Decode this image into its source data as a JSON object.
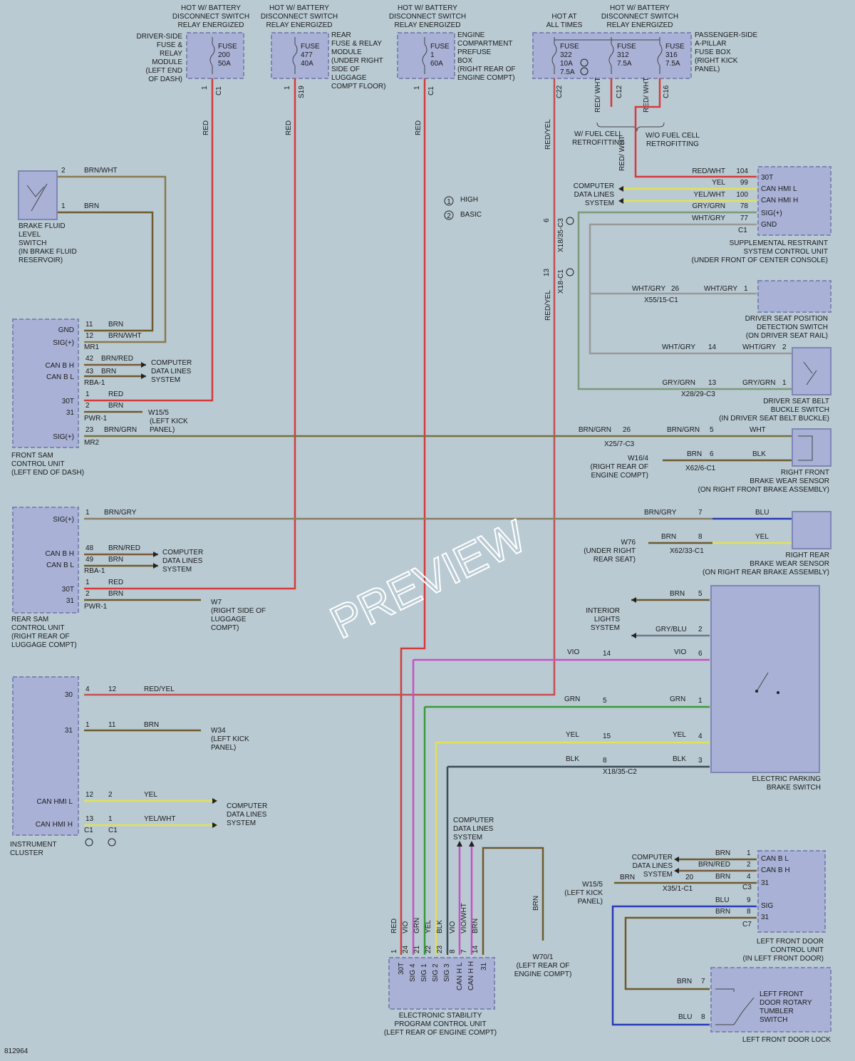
{
  "colors": {
    "red": "#d43b3b",
    "brn": "#6e5a2c",
    "brnwht": "#8a7a50",
    "brngrn": "#787040",
    "brngry": "#8a7e66",
    "redyel": "#c45050",
    "yel": "#e3e05a",
    "grn": "#3a9a3a",
    "vio": "#c94fc9",
    "blk": "#3c4c58",
    "blu": "#2a3ab8",
    "whtgry": "#9a9a9a",
    "grygrn": "#7a9a7a",
    "bg": "#b9cad3",
    "component": "#a9b2d6"
  },
  "watermark": "PREVIEW",
  "figure_id": "812964",
  "legend": {
    "one": "HIGH",
    "two": "BASIC"
  },
  "power": {
    "f1": {
      "hot": [
        "HOT W/ BATTERY",
        "DISCONNECT SWITCH",
        "RELAY ENERGIZED"
      ],
      "fuse": [
        "FUSE",
        "200",
        "50A"
      ],
      "side": [
        "DRIVER-SIDE",
        "FUSE &",
        "RELAY",
        "MODULE",
        "(LEFT END",
        "OF DASH)"
      ],
      "pin": "1",
      "conn": "C1",
      "wire": "RED"
    },
    "f2": {
      "hot": [
        "HOT W/ BATTERY",
        "DISCONNECT SWITCH",
        "RELAY ENERGIZED"
      ],
      "fuse": [
        "FUSE",
        "477",
        "40A"
      ],
      "side": [
        "REAR",
        "FUSE & RELAY",
        "MODULE",
        "(UNDER RIGHT",
        "SIDE OF",
        "LUGGAGE",
        "COMPT FLOOR)"
      ],
      "pin": "1",
      "conn": "S19",
      "wire": "RED"
    },
    "f3": {
      "hot": [
        "HOT W/ BATTERY",
        "DISCONNECT SWITCH",
        "RELAY ENERGIZED"
      ],
      "fuse": [
        "FUSE",
        "1",
        "60A"
      ],
      "side": [
        "ENGINE",
        "COMPARTMENT",
        "PREFUSE",
        "BOX",
        "(RIGHT REAR OF",
        "ENGINE COMPT)"
      ],
      "pin": "1",
      "conn": "C1",
      "wire": "RED"
    },
    "f4": {
      "hot": [
        "HOT AT",
        "ALL TIMES"
      ],
      "hot2": [
        "HOT W/ BATTERY",
        "DISCONNECT SWITCH",
        "RELAY ENERGIZED"
      ],
      "fuse_a": [
        "FUSE",
        "322",
        "10A",
        "7.5A"
      ],
      "fuse_b": [
        "FUSE",
        "312",
        "7.5A"
      ],
      "fuse_c": [
        "FUSE",
        "316",
        "7.5A"
      ],
      "side": [
        "PASSENGER-SIDE",
        "A-PILLAR",
        "FUSE BOX",
        "(RIGHT KICK",
        "PANEL)"
      ],
      "conn_a": "C22",
      "conn_b": "C12",
      "conn_c": "C16",
      "wire_a": "RED/YEL",
      "wire_b": "RED/ WHT",
      "wire_c": "RED/ WHT",
      "note_b": [
        "W/ FUEL CELL",
        "RETROFITTING"
      ],
      "note_c": [
        "W/O FUEL CELL",
        "RETROFITTING"
      ]
    }
  },
  "brake_fluid": {
    "label": [
      "BRAKE FLUID",
      "LEVEL",
      "SWITCH",
      "(IN BRAKE FLUID",
      "RESERVOIR)"
    ],
    "pin2": "2",
    "pin1": "1",
    "w2": "BRN/WHT",
    "w1": "BRN"
  },
  "front_sam": {
    "label": [
      "FRONT SAM",
      "CONTROL UNIT",
      "(LEFT END OF DASH)"
    ],
    "pins": [
      {
        "name": "GND",
        "num": "11",
        "wire": "BRN"
      },
      {
        "name": "SIG(+)",
        "num": "12",
        "wire": "BRN/WHT"
      },
      {
        "name": "CAN B H",
        "num": "42",
        "wire": "BRN/RED"
      },
      {
        "name": "CAN B L",
        "num": "43",
        "wire": "BRN"
      },
      {
        "name": "30T",
        "num": "1",
        "wire": "RED"
      },
      {
        "name": "31",
        "num": "2",
        "wire": "BRN"
      },
      {
        "name": "SIG(+)",
        "num": "23",
        "wire": "BRN/GRN"
      }
    ],
    "conns": [
      "MR1",
      "RBA-1",
      "PWR-1",
      "MR2"
    ],
    "bus": [
      "COMPUTER",
      "DATA LINES",
      "SYSTEM"
    ],
    "ground": {
      "id": "W15/5",
      "loc": [
        "(LEFT KICK",
        "PANEL)"
      ]
    }
  },
  "rear_sam": {
    "label": [
      "REAR SAM",
      "CONTROL UNIT",
      "(RIGHT REAR OF",
      "LUGGAGE COMPT)"
    ],
    "pins": [
      {
        "name": "SIG(+)",
        "num": "1",
        "wire": "BRN/GRY"
      },
      {
        "name": "CAN B H",
        "num": "48",
        "wire": "BRN/RED"
      },
      {
        "name": "CAN B L",
        "num": "49",
        "wire": "BRN"
      },
      {
        "name": "30T",
        "num": "1",
        "wire": "RED"
      },
      {
        "name": "31",
        "num": "2",
        "wire": "BRN"
      }
    ],
    "conns": [
      "RBA-1",
      "PWR-1"
    ],
    "bus": [
      "COMPUTER",
      "DATA LINES",
      "SYSTEM"
    ],
    "ground": {
      "id": "W7",
      "loc": [
        "(RIGHT SIDE OF",
        "LUGGAGE",
        "COMPT)"
      ]
    }
  },
  "cluster": {
    "label": [
      "INSTRUMENT",
      "CLUSTER"
    ],
    "pins": [
      {
        "name": "30",
        "a": "4",
        "b": "12",
        "wire": "RED/YEL"
      },
      {
        "name": "31",
        "a": "1",
        "b": "11",
        "wire": "BRN"
      },
      {
        "name": "CAN HMI L",
        "a": "12",
        "b": "2",
        "wire": "YEL"
      },
      {
        "name": "CAN HMI H",
        "a": "13",
        "b": "1",
        "wire": "YEL/WHT"
      }
    ],
    "conn": "C1",
    "ground": {
      "id": "W34",
      "loc": [
        "(LEFT KICK",
        "PANEL)"
      ]
    },
    "bus": [
      "COMPUTER",
      "DATA LINES",
      "SYSTEM"
    ]
  },
  "srs": {
    "label": [
      "SUPPLEMENTAL RESTRAINT",
      "SYSTEM CONTROL UNIT",
      "(UNDER FRONT OF CENTER CONSOLE)"
    ],
    "pins": [
      {
        "name": "30T",
        "num": "104",
        "wire": "RED/WHT"
      },
      {
        "name": "CAN HMI L",
        "num": "99",
        "wire": "YEL"
      },
      {
        "name": "CAN HMI H",
        "num": "100",
        "wire": "YEL/WHT"
      },
      {
        "name": "SIG(+)",
        "num": "78",
        "wire": "GRY/GRN"
      },
      {
        "name": "GND",
        "num": "77",
        "wire": "WHT/GRY"
      }
    ],
    "conn": "C1",
    "bus": [
      "COMPUTER",
      "DATA LINES",
      "SYSTEM"
    ]
  },
  "seat_pos": {
    "label": [
      "DRIVER SEAT POSITION",
      "DETECTION SWITCH",
      "(ON DRIVER SEAT RAIL)"
    ],
    "w1": "WHT/GRY",
    "n1": "26",
    "w2": "WHT/GRY",
    "n2": "1",
    "conn": "X55/15-C1"
  },
  "buckle": {
    "label": [
      "DRIVER SEAT BELT",
      "BUCKLE SWITCH",
      "(IN DRIVER SEAT BELT BUCKLE)"
    ],
    "w1": "WHT/GRY",
    "n1": "14",
    "w2": "WHT/GRY",
    "n2": "2",
    "w3": "GRY/GRN",
    "n3": "13",
    "w4": "GRY/GRN",
    "n4": "1",
    "conn": "X28/29-C3"
  },
  "rf_brake": {
    "label": [
      "RIGHT FRONT",
      "BRAKE WEAR SENSOR",
      "(ON RIGHT FRONT BRAKE ASSEMBLY)"
    ],
    "w1": "BRN/GRN",
    "n1": "26",
    "w2": "BRN/GRN",
    "n2": "5",
    "w3": "WHT",
    "conn1": "X25/7-C3",
    "ground": "W16/4",
    "gloc": [
      "(RIGHT REAR OF",
      "ENGINE COMPT)"
    ],
    "w4": "BRN",
    "n4": "6",
    "w5": "BLK",
    "conn2": "X62/6-C1"
  },
  "rr_brake": {
    "label": [
      "RIGHT REAR",
      "BRAKE WEAR SENSOR",
      "(ON RIGHT REAR BRAKE ASSEMBLY)"
    ],
    "w1": "BRN/GRY",
    "n1": "7",
    "w2": "BLU",
    "ground": "W76",
    "gloc": [
      "(UNDER RIGHT",
      "REAR SEAT)"
    ],
    "w3": "BRN",
    "n3": "8",
    "w4": "YEL",
    "conn": "X62/33-C1"
  },
  "epb": {
    "label": [
      "ELECTRIC PARKING",
      "BRAKE SWITCH"
    ],
    "interior": [
      "INTERIOR",
      "LIGHTS",
      "SYSTEM"
    ],
    "rows": [
      {
        "left": "BRN",
        "pin": "5"
      },
      {
        "left": "GRY/BLU",
        "pin": "2"
      },
      {
        "w": "VIO",
        "n": "14",
        "w2": "VIO",
        "pin": "6"
      },
      {
        "w": "GRN",
        "n": "5",
        "w2": "GRN",
        "pin": "1"
      },
      {
        "w": "YEL",
        "n": "15",
        "w2": "YEL",
        "pin": "4"
      },
      {
        "w": "BLK",
        "n": "8",
        "w2": "BLK",
        "pin": "3"
      }
    ],
    "conn": "X18/35-C2"
  },
  "esp": {
    "label": [
      "ELECTRONIC STABILITY",
      "PROGRAM CONTROL UNIT",
      "(LEFT REAR OF ENGINE COMPT)"
    ],
    "wires": [
      "RED",
      "VIO",
      "GRN",
      "YEL",
      "BLK",
      "VIO",
      "VIO/WHT",
      "BRN"
    ],
    "nums": [
      "1",
      "24",
      "21",
      "22",
      "23",
      "8",
      "7",
      "14"
    ],
    "pins": [
      "30T",
      "SIG 4",
      "SIG 1",
      "SIG 2",
      "SIG 3",
      "CAN H L",
      "CAN H H",
      "31"
    ],
    "bus": [
      "COMPUTER",
      "DATA LINES",
      "SYSTEM"
    ],
    "ground": "W70/1",
    "gloc": [
      "(LEFT REAR OF",
      "ENGINE COMPT)"
    ],
    "gw": "BRN"
  },
  "splice": {
    "a": "6",
    "b": "X18/35-C3",
    "c": "13",
    "d": "X18-C1"
  },
  "lf_door": {
    "label": [
      "LEFT FRONT DOOR",
      "CONTROL UNIT",
      "(IN LEFT FRONT DOOR)"
    ],
    "pins": [
      {
        "name": "CAN B L",
        "num": "1",
        "wire": "BRN"
      },
      {
        "name": "CAN B H",
        "num": "2",
        "wire": "BRN/RED"
      },
      {
        "name": "31",
        "num": "4",
        "wire": "BRN"
      },
      {
        "name": "SIG",
        "num": "9",
        "wire": "BLU"
      },
      {
        "name": "31",
        "num": "8",
        "wire": "BRN"
      }
    ],
    "bus": [
      "COMPUTER",
      "DATA LINES",
      "SYSTEM"
    ],
    "ground": "W15/5",
    "gloc": [
      "(LEFT KICK",
      "PANEL)"
    ],
    "x": {
      "w": "BRN",
      "n": "20",
      "conn": "X35/1-C1"
    },
    "c3": "C3",
    "c7": "C7"
  },
  "lf_lock": {
    "label": [
      "LEFT FRONT",
      "DOOR ROTARY",
      "TUMBLER",
      "SWITCH"
    ],
    "sub": "LEFT FRONT DOOR LOCK",
    "p7": "7",
    "w7": "BRN",
    "p8": "8",
    "w8": "BLU"
  }
}
